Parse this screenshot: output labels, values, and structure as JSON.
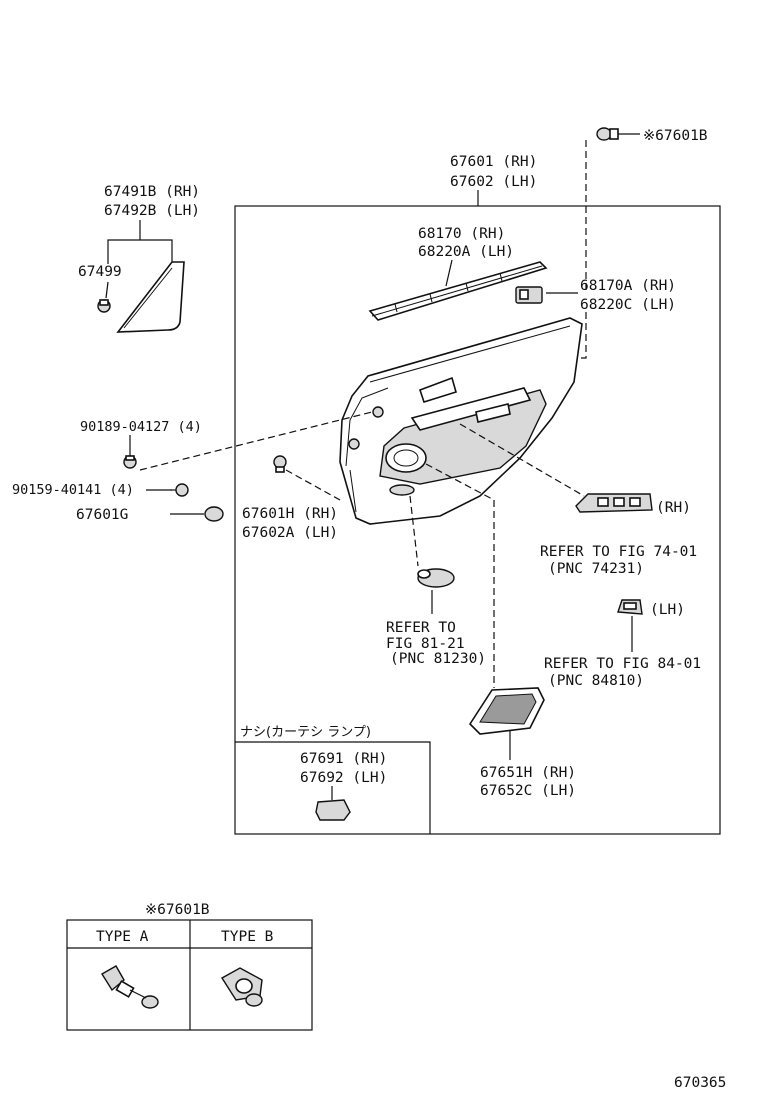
{
  "labels": {
    "clip_top": "※67601B",
    "board_rh": "67601 (RH)",
    "board_lh": "67602 (LH)",
    "tri_rh": "67491B (RH)",
    "tri_lh": "67492B (LH)",
    "tri_clip": "67499",
    "strip_rh": "68170  (RH)",
    "strip_lh": "68220A (LH)",
    "bracket_rh": "68170A (RH)",
    "bracket_lh": "68220C (LH)",
    "screw1": "90189-04127 (4)",
    "screw2": "90159-40141 (4)",
    "plug": "67601G",
    "clip_h_rh": "67601H (RH)",
    "clip_h_lh": "67602A (LH)",
    "switch_tag": "(RH)",
    "refer74_a": "REFER TO FIG 74-01",
    "refer74_b": "(PNC 74231)",
    "lh_tag": "(LH)",
    "refer84_a": "REFER TO FIG 84-01",
    "refer84_b": "(PNC 84810)",
    "refer81_a": "REFER TO",
    "refer81_b": "FIG 81-21",
    "refer81_c": "(PNC 81230)",
    "inset_title": "ナシ(カーテシ ランプ)",
    "lamp_rh": "67691 (RH)",
    "lamp_lh": "67692 (LH)",
    "grille_rh": "67651H (RH)",
    "grille_lh": "67652C (LH)",
    "type_title": "※67601B",
    "type_a": "TYPE A",
    "type_b": "TYPE B",
    "fig_no": "670365"
  }
}
